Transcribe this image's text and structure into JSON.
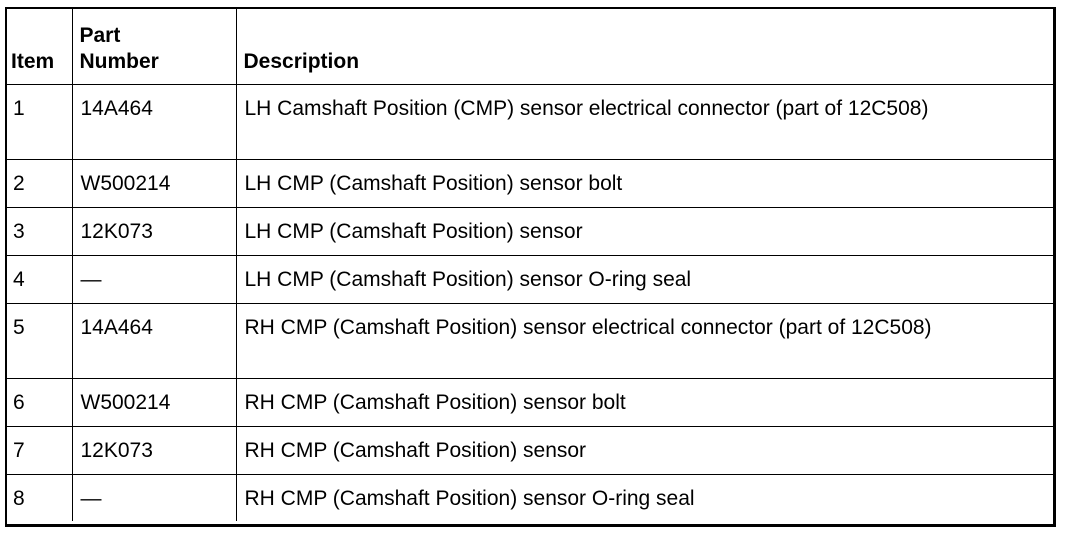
{
  "table": {
    "headers": {
      "item": "Item",
      "part_number_line1": "Part",
      "part_number_line2": "Number",
      "description": "Description"
    },
    "rows": [
      {
        "item": "1",
        "part_number": "14A464",
        "description": "LH Camshaft Position (CMP) sensor electrical connector (part of 12C508)"
      },
      {
        "item": "2",
        "part_number": "W500214",
        "description": "LH CMP (Camshaft Position) sensor bolt"
      },
      {
        "item": "3",
        "part_number": "12K073",
        "description": "LH CMP (Camshaft Position) sensor"
      },
      {
        "item": "4",
        "part_number": "—",
        "description": "LH CMP (Camshaft Position) sensor O-ring seal"
      },
      {
        "item": "5",
        "part_number": "14A464",
        "description": "RH CMP (Camshaft Position) sensor electrical connector (part of 12C508)"
      },
      {
        "item": "6",
        "part_number": "W500214",
        "description": "RH CMP (Camshaft Position) sensor bolt"
      },
      {
        "item": "7",
        "part_number": "12K073",
        "description": "RH CMP (Camshaft Position) sensor"
      },
      {
        "item": "8",
        "part_number": "—",
        "description": "RH CMP (Camshaft Position) sensor O-ring seal"
      }
    ]
  }
}
